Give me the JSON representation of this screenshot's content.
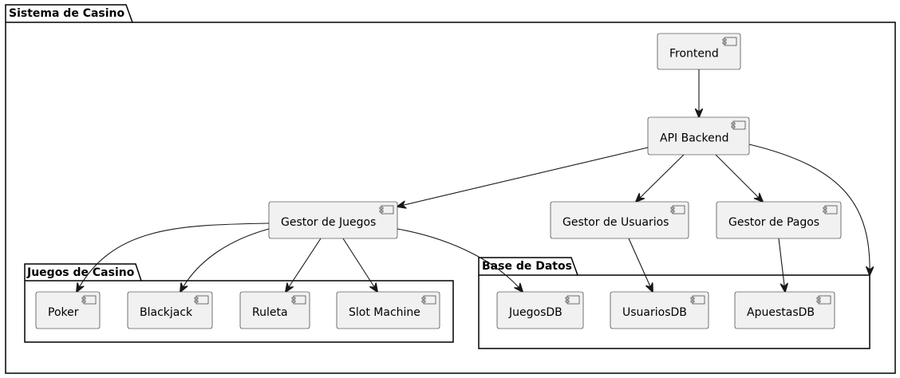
{
  "packages": {
    "casino": "Sistema de Casino",
    "juegos": "Juegos de Casino",
    "datos": "Base de Datos"
  },
  "components": {
    "frontend": "Frontend",
    "api": "API Backend",
    "gestor_juegos": "Gestor de Juegos",
    "gestor_usuarios": "Gestor de Usuarios",
    "gestor_pagos": "Gestor de Pagos",
    "poker": "Poker",
    "blackjack": "Blackjack",
    "ruleta": "Ruleta",
    "slot": "Slot Machine",
    "juegosdb": "JuegosDB",
    "usuariosdb": "UsuariosDB",
    "apuestasdb": "ApuestasDB"
  }
}
